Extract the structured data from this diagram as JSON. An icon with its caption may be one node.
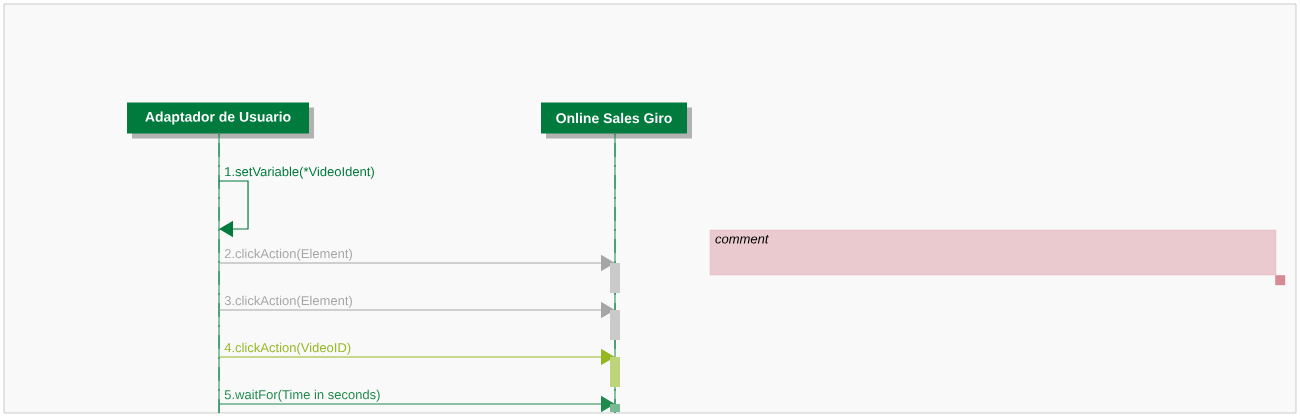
{
  "diagram": {
    "nodes": [
      {
        "text": [
          "Adaptador de Usuario"
        ]
      },
      {
        "text": [
          "Online Sales Giro"
        ]
      },
      {
        "text": [],
        "shape": "line"
      },
      {
        "text": [],
        "shape": "line"
      },
      {
        "text": [
          "comment"
        ]
      }
    ],
    "edges": [
      {
        "from": 2,
        "to": 2,
        "arrow": "to",
        "label": "1.setVariable(*VideoIdent)",
        "color": "#007a3d"
      },
      {
        "from": 2,
        "to": 3,
        "arrow": "to",
        "label": "2.clickAction(Element)",
        "color": "#a6a6a6"
      },
      {
        "from": 2,
        "to": 3,
        "arrow": "to",
        "label": "3.clickAction(Element)",
        "color": "#a6a6a6"
      },
      {
        "from": 2,
        "to": 3,
        "arrow": "to",
        "label": "4.clickAction(VideoID)",
        "color": "#93b822"
      },
      {
        "from": 2,
        "to": 3,
        "arrow": "to",
        "label": "5.waitFor(Time in seconds)",
        "color": "#1e8a4c"
      }
    ]
  }
}
